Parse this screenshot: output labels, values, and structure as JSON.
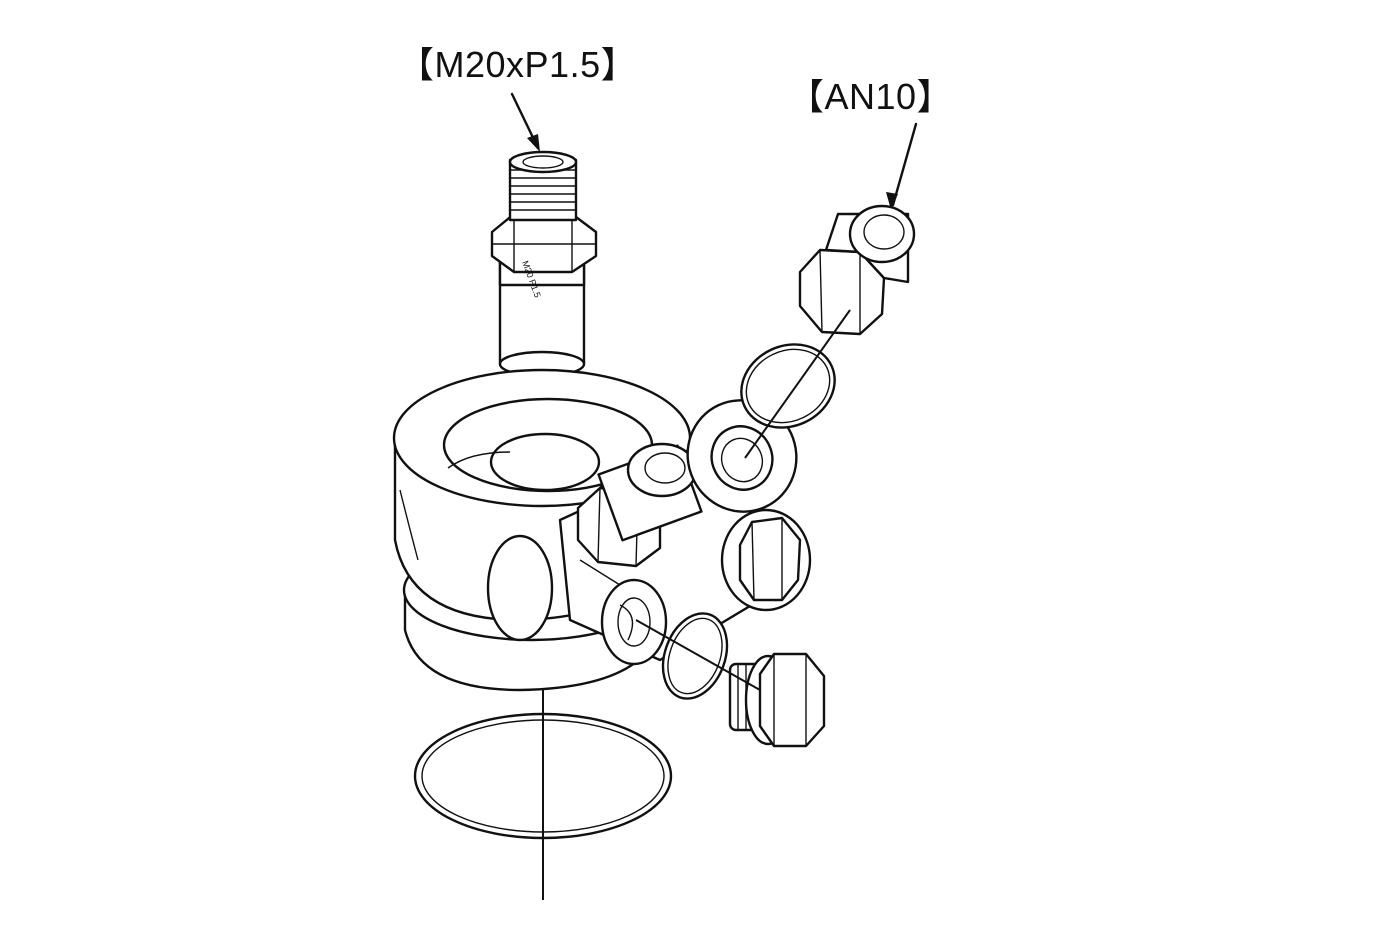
{
  "callouts": {
    "thread_size": "【M20xP1.5】",
    "fitting_size": "【AN10】"
  },
  "part_stamp": "M20 P1.5",
  "colors": {
    "line": "#111111",
    "background": "#ffffff"
  }
}
